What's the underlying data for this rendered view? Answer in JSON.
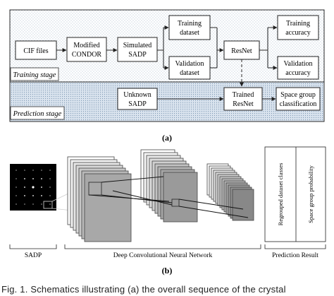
{
  "panel_a": {
    "label": "(a)",
    "stages": {
      "training": "Training stage",
      "prediction": "Prediction stage"
    },
    "boxes": {
      "cif": [
        "CIF files"
      ],
      "condor": [
        "Modified",
        "CONDOR"
      ],
      "sadp": [
        "Simulated",
        "SADP"
      ],
      "train_ds": [
        "Training",
        "dataset"
      ],
      "val_ds": [
        "Validation",
        "dataset"
      ],
      "resnet": [
        "ResNet"
      ],
      "train_acc": [
        "Training",
        "accuracy"
      ],
      "val_acc": [
        "Validation",
        "accuracy"
      ],
      "unknown": [
        "Unknown",
        "SADP"
      ],
      "trained": [
        "Trained",
        "ResNet"
      ],
      "spacegroup": [
        "Space group",
        "classification"
      ]
    }
  },
  "panel_b": {
    "label": "(b)",
    "sections": {
      "sadp": "SADP",
      "dcnn": "Deep Convolutional Neural Network",
      "prediction": "Prediction Result"
    },
    "columns": [
      "Regrouped dataset classes",
      "Space group probability"
    ]
  },
  "caption": "Fig. 1. Schematics illustrating (a) the overall sequence of the crystal"
}
